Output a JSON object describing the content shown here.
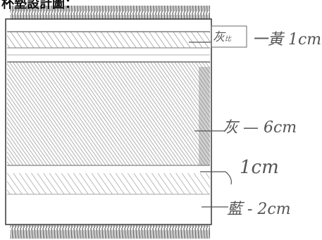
{
  "title": "杯墊設計圖：",
  "labels": {
    "grey_small": "灰",
    "grey_small_tiny": "比",
    "yellow": "一黃 1cm",
    "grey_6cm": "灰 — 6cm",
    "gap_1cm": "1cm",
    "blue": "藍 - 2cm"
  },
  "colors": {
    "pencil": "#6e6e6e",
    "pencil_dark": "#4a4a4a",
    "paper": "#ffffff"
  }
}
